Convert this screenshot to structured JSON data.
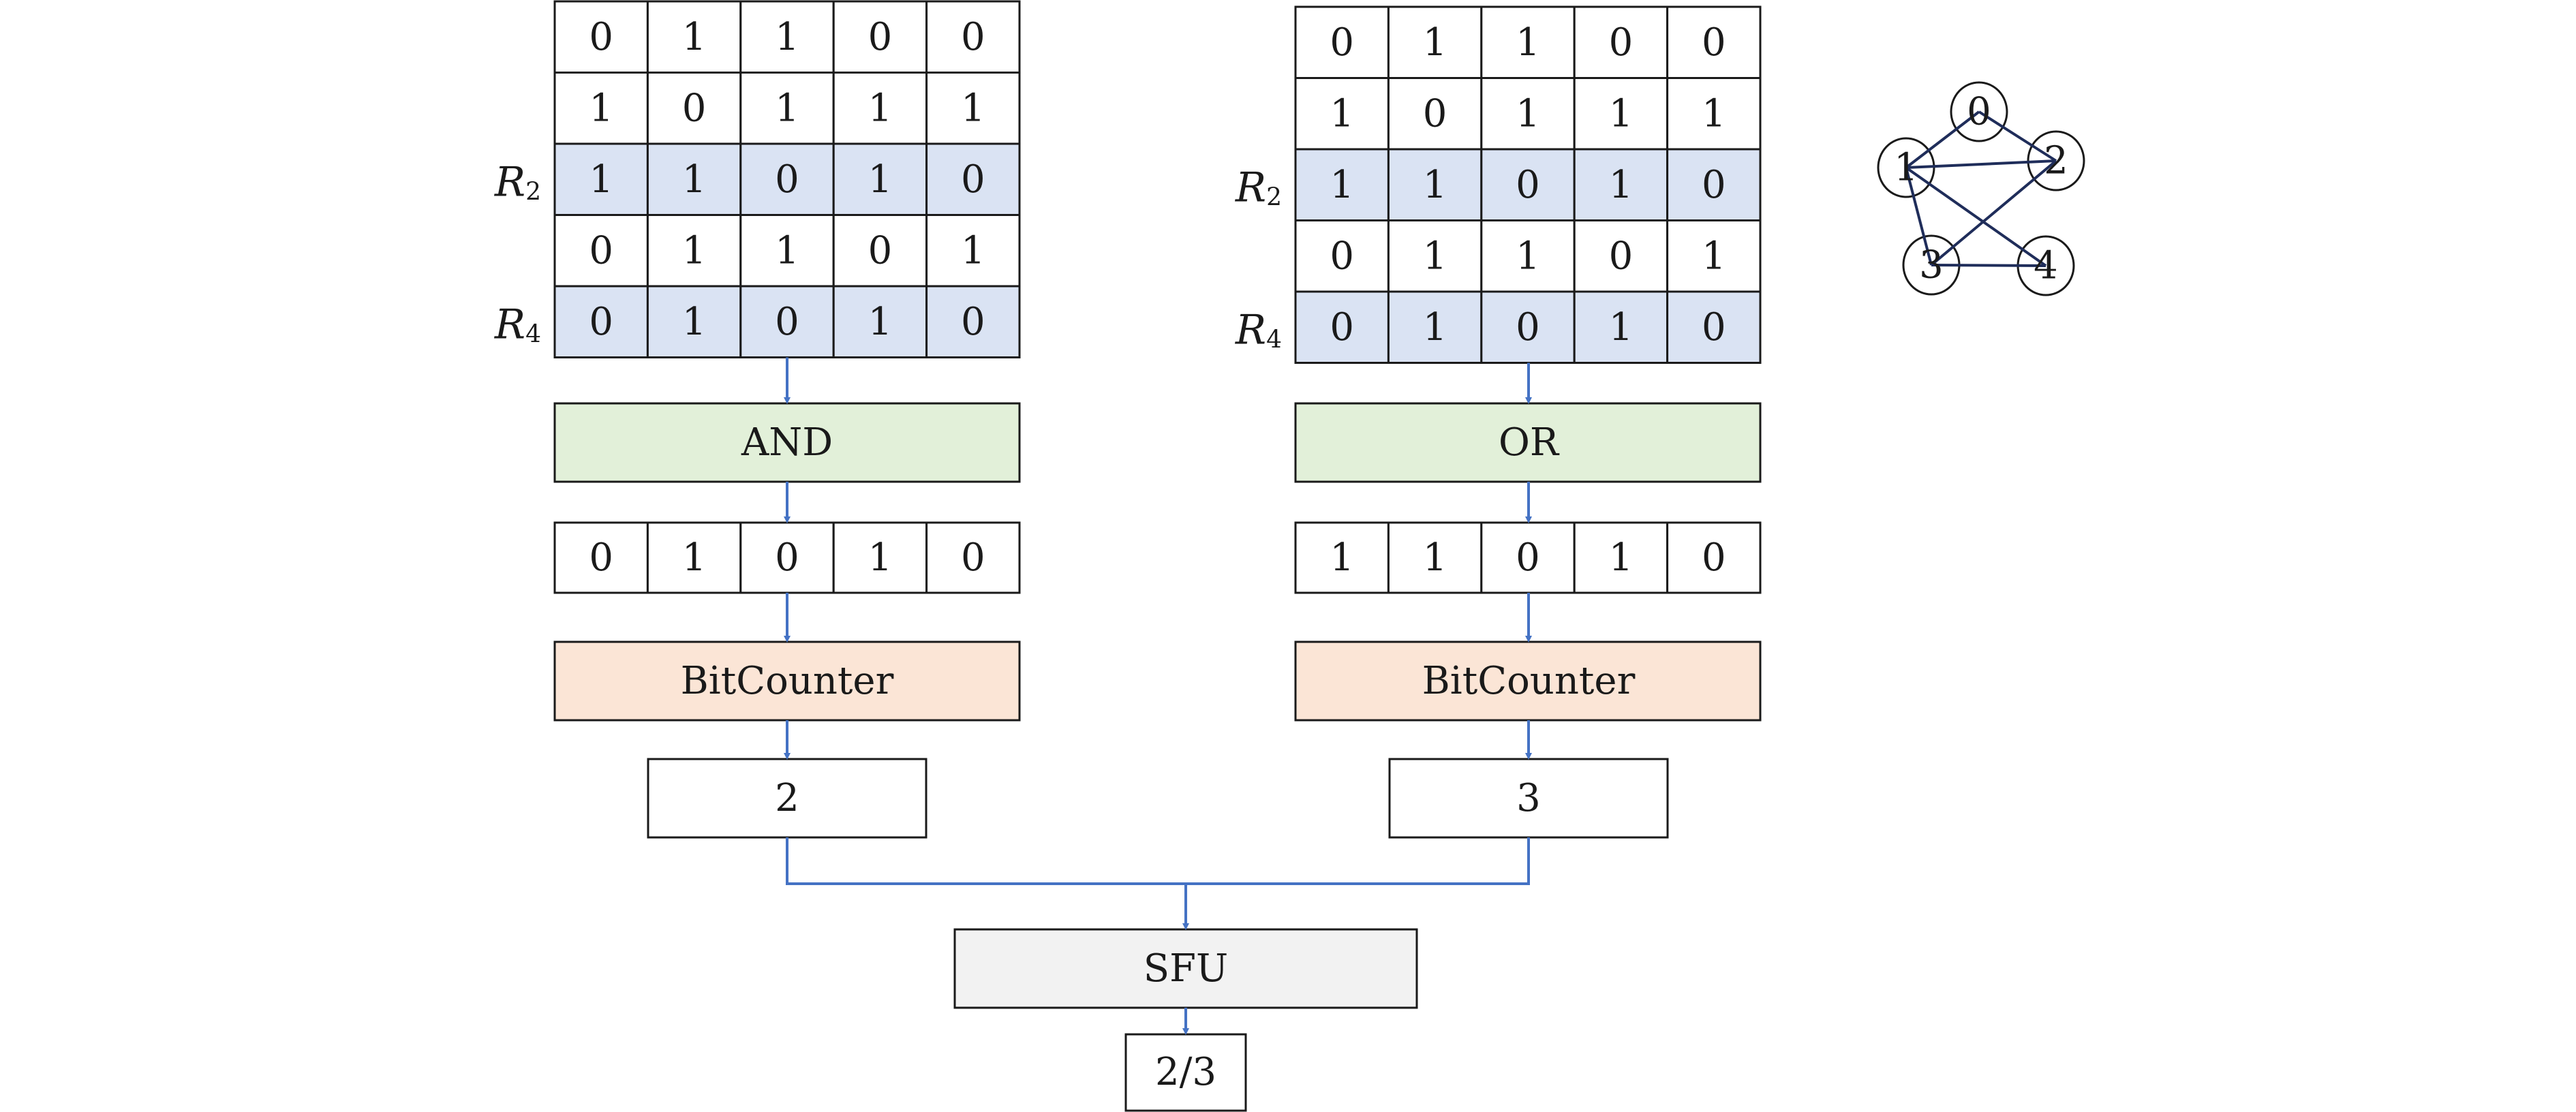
{
  "colors": {
    "highlight_row": "#dae3f3",
    "op_box": "#e2f0d9",
    "counter_box": "#fbe5d6",
    "sfu_box": "#f2f2f2",
    "arrow": "#4472c4",
    "graph_edge": "#1f2d5a",
    "stroke": "#1a1a1a"
  },
  "left": {
    "matrix": [
      [
        0,
        1,
        1,
        0,
        0
      ],
      [
        1,
        0,
        1,
        1,
        1
      ],
      [
        1,
        1,
        0,
        1,
        0
      ],
      [
        0,
        1,
        1,
        0,
        1
      ],
      [
        0,
        1,
        0,
        1,
        0
      ]
    ],
    "row_labels": [
      "",
      "",
      "R",
      "",
      "R"
    ],
    "row_label_subs": [
      "",
      "",
      "2",
      "",
      "4"
    ],
    "highlight_rows": [
      2,
      4
    ],
    "op": "AND",
    "result": [
      0,
      1,
      0,
      1,
      0
    ],
    "counter": "BitCounter",
    "count": "2"
  },
  "right": {
    "matrix": [
      [
        0,
        1,
        1,
        0,
        0
      ],
      [
        1,
        0,
        1,
        1,
        1
      ],
      [
        1,
        1,
        0,
        1,
        0
      ],
      [
        0,
        1,
        1,
        0,
        1
      ],
      [
        0,
        1,
        0,
        1,
        0
      ]
    ],
    "row_labels": [
      "",
      "",
      "R",
      "",
      "R"
    ],
    "row_label_subs": [
      "",
      "",
      "2",
      "",
      "4"
    ],
    "highlight_rows": [
      2,
      4
    ],
    "op": "OR",
    "result": [
      1,
      1,
      0,
      1,
      0
    ],
    "counter": "BitCounter",
    "count": "3"
  },
  "sfu": {
    "label": "SFU",
    "output": "2/3"
  },
  "graph": {
    "nodes": [
      "0",
      "1",
      "2",
      "3",
      "4"
    ],
    "edges": [
      [
        "1",
        "0"
      ],
      [
        "0",
        "2"
      ],
      [
        "1",
        "2"
      ],
      [
        "1",
        "3"
      ],
      [
        "1",
        "4"
      ],
      [
        "2",
        "3"
      ],
      [
        "3",
        "4"
      ]
    ]
  }
}
